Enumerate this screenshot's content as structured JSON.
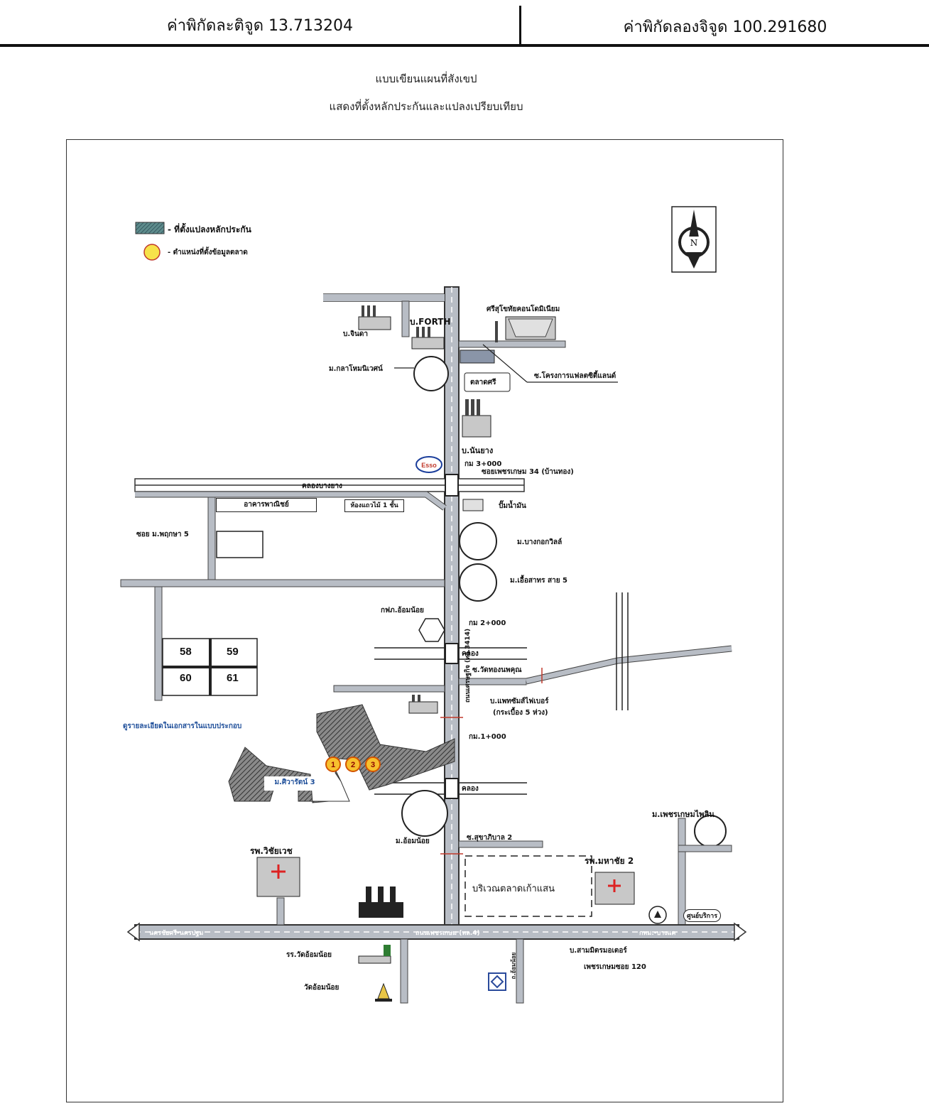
{
  "header": {
    "latitude_label": "ค่าพิกัดละติจูด 13.713204",
    "longitude_label": "ค่าพิกัดลองจิจูด 100.291680"
  },
  "title": {
    "line1": "แบบเขียนแผนที่สังเขป",
    "line2": "แสดงที่ตั้งหลักประกันและแปลงเปรียบเทียบ"
  },
  "legend": {
    "collateral": "- ที่ตั้งแปลงหลักประกัน",
    "market": "- ตำแหน่งที่ตั้งข้อมูลตลาด"
  },
  "compass_letter": "N",
  "places": {
    "b_jinda": "บ.จินดา",
    "b_forth": "บ.FORTH",
    "sri_sumet": "ศรีสุโขทัยคอนโดมิเนียม",
    "m_kasem": "ม.กลาโหมนิเวศน์",
    "talad_sri": "ตลาดศรี",
    "project_lane": "ซ.โครงการแฟลตซิตี้แลนด์",
    "b_nanyang": "บ.นันยาง",
    "km3": "กม 3+000",
    "soi_34": "ซอยเพชรเกษม 34 (บ้านทอง)",
    "canal_bangyang": "คลองบางยาง",
    "commercial_bldg": "อาคารพาณิชย์",
    "shophouse": "ห้องแถวไม้ 1 ชั้น",
    "pump": "ปั๊มน้ำมัน",
    "soi_prueksa": "ซอย ม.พฤกษา 5",
    "m_bangkok_villa": "ม.บางกอกวิลล์",
    "m_chuenrat": "ม.เอื้อสาทร สาย 5",
    "gas_station": "กฟภ.อ้อมน้อย",
    "km2": "กม 2+000",
    "canal2": "คลอง",
    "soi_wat": "ซ.วัดทองนพคุณ",
    "main_road": "ถนนเศรษฐกิจ (ทล.3414)",
    "b_factory": "บ.แพทซัมส์ไฟเบอร์",
    "b_factory_sub": "(กระเบื้อง 5 ห่วง)",
    "km1": "กม.1+000",
    "note_detail": "ดูรายละเอียดในเอกสารในแบบประกอบ",
    "m_siwarat": "ม.ศิวารัตน์ 3",
    "canal3": "คลอง",
    "m_omnoi": "ม.อ้อมน้อย",
    "soi_sukhaphiban": "ซ.สุขาภิบาล 2",
    "m_phetkasem": "ม.เพชรเกษมไพลิน",
    "hosp_wichai": "รพ.วิชัยเวช",
    "hosp_mahachai": "รพ.มหาชัย 2",
    "market_area": "บริเวณตลาดเก้าแสน",
    "to_nakhon": "นครชัยศรี-นครปฐม",
    "phetkasem_rd": "ถนนเพชรเกษม (ทล.4)",
    "to_bangkok": "กทม.-บางแค",
    "service_center": "ศูนย์บริการ",
    "b_sammit": "บ.สามมิตรมอเตอร์",
    "phetkasem_120": "เพชรเกษมซอย 120",
    "school": "รร.วัดอ้อมน้อย",
    "temple": "วัดอ้อมน้อย",
    "side_road": "ถ.อ้อมน้อย"
  },
  "market_points": [
    "1",
    "2",
    "3"
  ],
  "comparables": [
    "58",
    "59",
    "60",
    "61"
  ]
}
